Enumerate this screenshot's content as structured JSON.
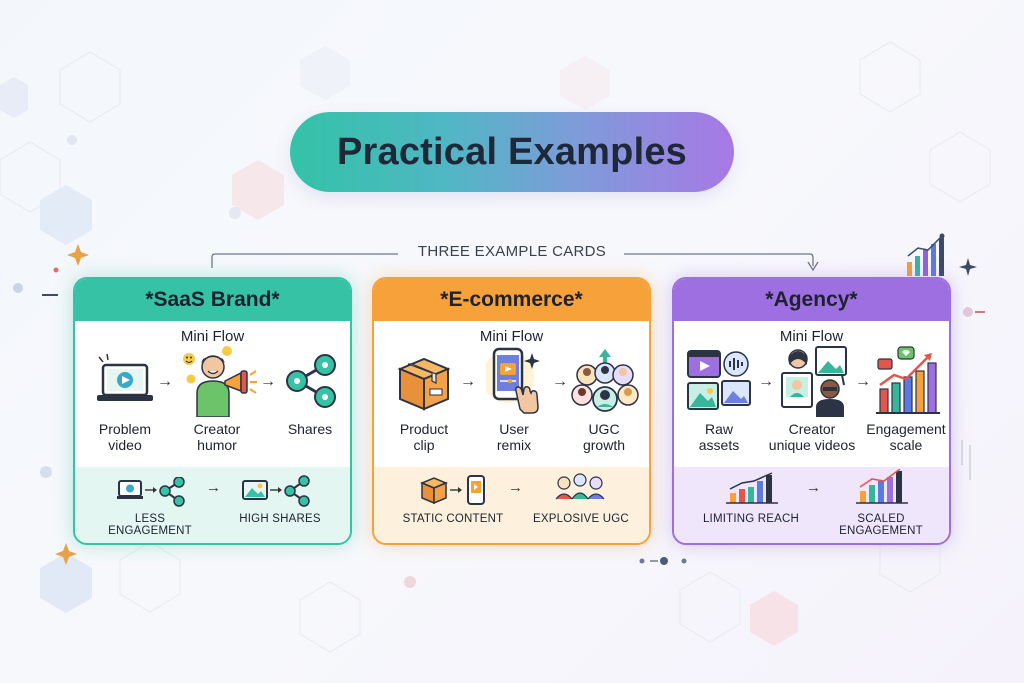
{
  "title": "Practical Examples",
  "subtitle": "THREE EXAMPLE CARDS",
  "colors": {
    "teal": "#35c2a5",
    "orange": "#f6a13a",
    "purple": "#9e6fe0",
    "text": "#1d2230"
  },
  "cards": [
    {
      "title": "*SaaS Brand*",
      "mini_flow": "Mini Flow",
      "steps": [
        {
          "label": "Problem\nvideo",
          "icon": "laptop-video-icon"
        },
        {
          "label": "Creator\nhumor",
          "icon": "creator-megaphone-icon"
        },
        {
          "label": "Shares",
          "icon": "share-icon"
        }
      ],
      "outcome_before": "LESS ENGAGEMENT",
      "outcome_after": "HIGH SHARES"
    },
    {
      "title": "*E-commerce*",
      "mini_flow": "Mini Flow",
      "steps": [
        {
          "label": "Product\nclip",
          "icon": "package-icon"
        },
        {
          "label": "User\nremix",
          "icon": "phone-tap-icon"
        },
        {
          "label": "UGC\ngrowth",
          "icon": "people-group-icon"
        }
      ],
      "outcome_before": "STATIC CONTENT",
      "outcome_after": "EXPLOSIVE UGC"
    },
    {
      "title": "*Agency*",
      "mini_flow": "Mini Flow",
      "steps": [
        {
          "label": "Raw\nassets",
          "icon": "media-assets-icon"
        },
        {
          "label": "Creator\nunique videos",
          "icon": "creator-videos-icon"
        },
        {
          "label": "Engagement\nscale",
          "icon": "growth-chart-icon"
        }
      ],
      "outcome_before": "LIMITING REACH",
      "outcome_after": "SCALED ENGAGEMENT"
    }
  ]
}
